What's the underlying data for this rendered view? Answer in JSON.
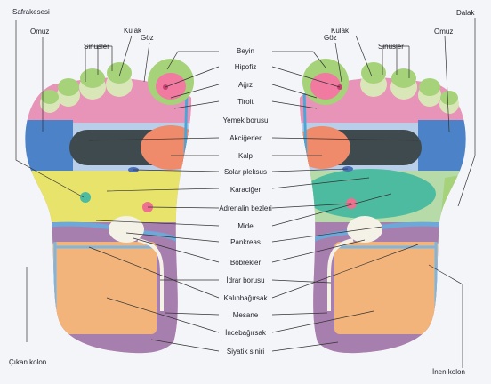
{
  "left_labels": {
    "safrakesesi": "Safrakesesi",
    "omuz": "Omuz",
    "sinusler": "Sinüsler",
    "kulak": "Kulak",
    "goz": "Göz",
    "cikan_kolon": "Çıkan kolon"
  },
  "right_labels": {
    "dalak": "Dalak",
    "goz": "Göz",
    "kulak": "Kulak",
    "sinusler": "Sinüsler",
    "omuz": "Omuz",
    "inen_kolon": "İnen kolon"
  },
  "center_labels": [
    "Beyin",
    "Hipofiz",
    "Ağız",
    "Tiroit",
    "Yemek borusu",
    "Akciğerler",
    "Kalp",
    "Solar pleksus",
    "Karaciğer",
    "Adrenalin bezleri",
    "Mide",
    "Pankreas",
    "Böbrekler",
    "İdrar borusu",
    "Kalınbağırsak",
    "Mesane",
    "İncebağırsak",
    "Siyatik siniri"
  ],
  "colors": {
    "background": "#f4f5f9",
    "heel_orange": "#f2b47a",
    "lower_purple": "#a77fae",
    "liver_yellow": "#e8e36a",
    "stomach_teal": "#4dbba0",
    "shoulder_blue": "#4b82c8",
    "lung_dark": "#3f4a4e",
    "heart_salmon": "#ef8a6a",
    "toe_green": "#a6d27a",
    "toe_pink": "#f07aa0",
    "spine_blue": "#4aa6d6"
  }
}
